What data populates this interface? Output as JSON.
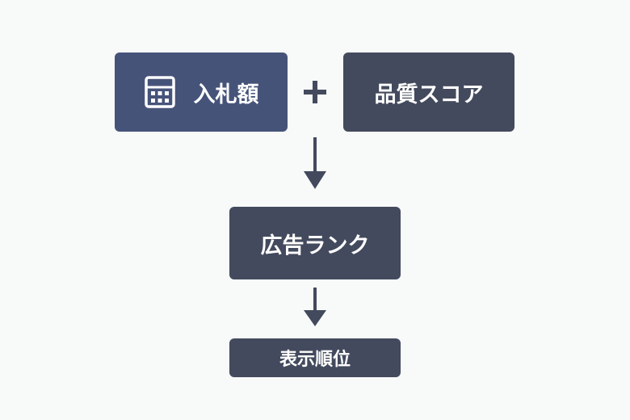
{
  "boxes": {
    "bid": {
      "label": "入札額",
      "icon": "calculator-icon"
    },
    "quality": {
      "label": "品質スコア"
    },
    "rank": {
      "label": "広告ランク"
    },
    "position": {
      "label": "表示順位"
    }
  },
  "operator": {
    "symbol": "+",
    "icon": "plus-icon"
  },
  "colors": {
    "background": "#f8f9f9",
    "accent_box": "#465379",
    "box": "#434a5d",
    "text": "#ffffff",
    "connector": "#434a5d"
  }
}
